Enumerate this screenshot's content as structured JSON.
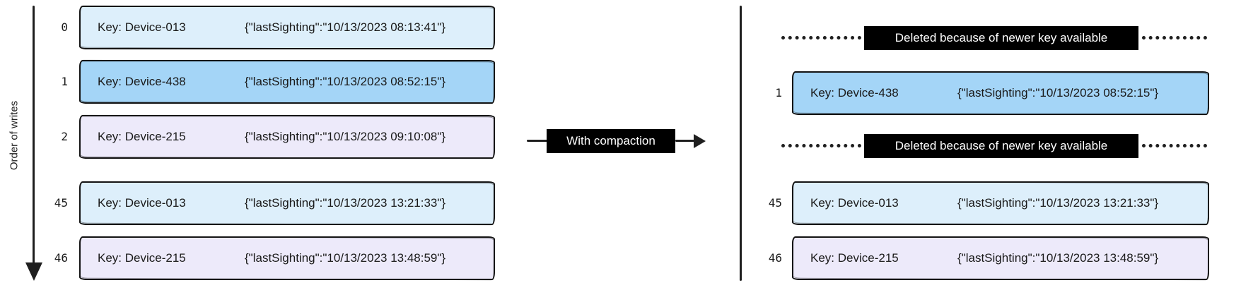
{
  "axis": {
    "label": "Order of writes"
  },
  "compaction_arrow": {
    "label": "With compaction"
  },
  "colors": {
    "lightblue": "#ddeffb",
    "blue": "#a4d5f7",
    "lavender": "#edeafa",
    "note_bg": "#000000",
    "note_text": "#ffffff"
  },
  "left_log": {
    "rows": [
      {
        "index": "0",
        "key": "Key: Device-013",
        "value": "{\"lastSighting\":\"10/13/2023 08:13:41\"}",
        "color": "lightblue"
      },
      {
        "index": "1",
        "key": "Key: Device-438",
        "value": "{\"lastSighting\":\"10/13/2023 08:52:15\"}",
        "color": "blue"
      },
      {
        "index": "2",
        "key": "Key: Device-215",
        "value": "{\"lastSighting\":\"10/13/2023 09:10:08\"}",
        "color": "lavender"
      },
      {
        "index": "45",
        "key": "Key: Device-013",
        "value": "{\"lastSighting\":\"10/13/2023 13:21:33\"}",
        "color": "lightblue"
      },
      {
        "index": "46",
        "key": "Key: Device-215",
        "value": "{\"lastSighting\":\"10/13/2023 13:48:59\"}",
        "color": "lavender"
      }
    ]
  },
  "right_log": {
    "deleted_notes": [
      "Deleted because of newer key available",
      "Deleted because of newer key available"
    ],
    "rows": [
      {
        "index": "1",
        "key": "Key: Device-438",
        "value": "{\"lastSighting\":\"10/13/2023 08:52:15\"}",
        "color": "blue"
      },
      {
        "index": "45",
        "key": "Key: Device-013",
        "value": "{\"lastSighting\":\"10/13/2023 13:21:33\"}",
        "color": "lightblue"
      },
      {
        "index": "46",
        "key": "Key: Device-215",
        "value": "{\"lastSighting\":\"10/13/2023 13:48:59\"}",
        "color": "lavender"
      }
    ]
  }
}
